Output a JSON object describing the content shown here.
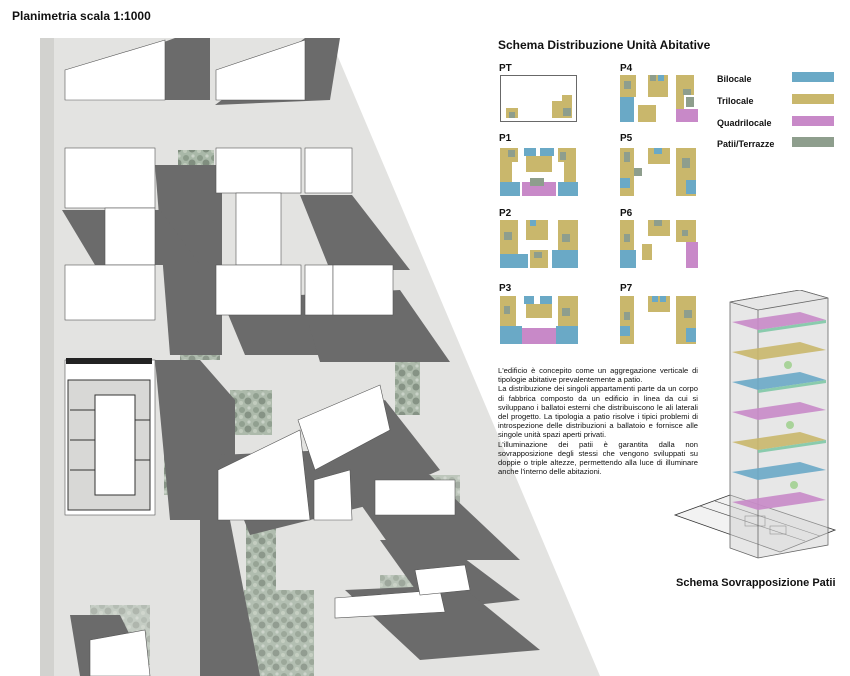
{
  "header": {
    "title": "Planimetria scala 1:1000"
  },
  "distribution": {
    "title": "Schema Distribuzione Unità Abitative",
    "floors": [
      {
        "label": "PT"
      },
      {
        "label": "P4"
      },
      {
        "label": "P1"
      },
      {
        "label": "P5"
      },
      {
        "label": "P2"
      },
      {
        "label": "P6"
      },
      {
        "label": "P3"
      },
      {
        "label": "P7"
      }
    ]
  },
  "legend": {
    "items": [
      {
        "label": "Bilocale",
        "color": "#6aa9c6"
      },
      {
        "label": "Trilocale",
        "color": "#c9b76c"
      },
      {
        "label": "Quadrilocale",
        "color": "#c889c8"
      },
      {
        "label": "Patii/Terrazze",
        "color": "#8e9e8d"
      }
    ]
  },
  "description": {
    "paragraphs": [
      "L'edificio è concepito come un aggregazione verticale di tipologie abitative prevalentemente a patio.",
      "La distribuzione dei singoli appartamenti parte da un corpo di fabbrica composto da un edificio in linea da cui si sviluppano i ballatoi esterni che distribuiscono le ali laterali del progetto. La tipologia a patio risolve i tipici problemi di introspezione delle distribuzioni a ballatoio e fornisce alle singole unità spazi aperti privati.",
      "L'illuminazione dei patii è garantita dalla non sovrapposizione degli stessi che vengono sviluppati su doppie o triple altezze, permettendo alla luce di illuminare anche l'interno delle abitazioni."
    ]
  },
  "tower": {
    "title": "Schema Sovrapposizione Patii"
  }
}
